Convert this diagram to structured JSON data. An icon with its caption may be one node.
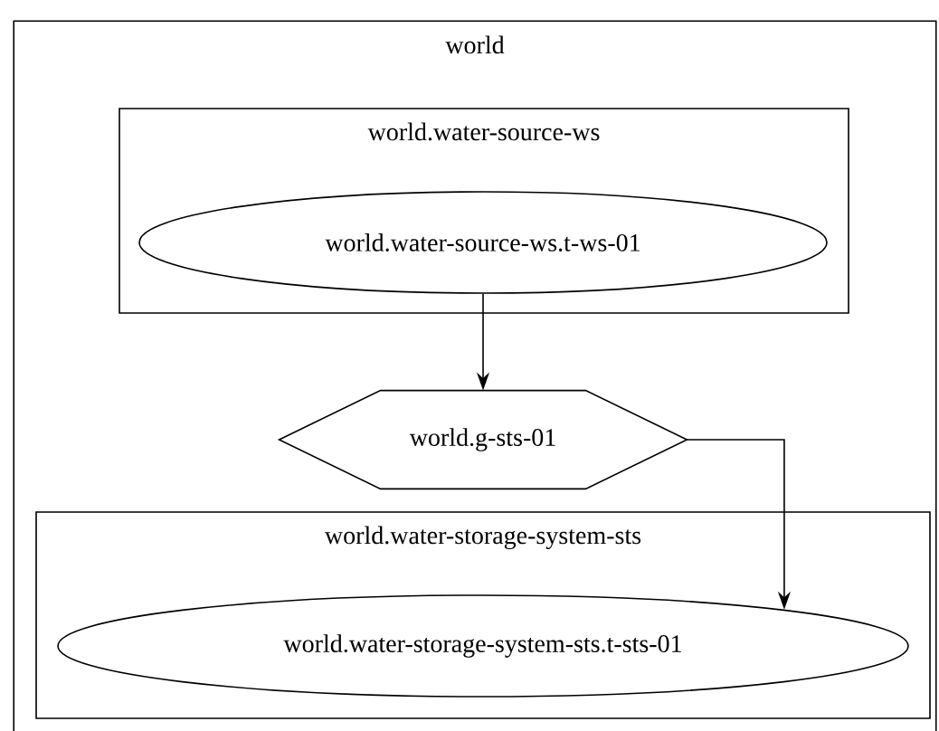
{
  "diagram": {
    "nodes": [
      {
        "text": [
          "world"
        ]
      },
      {
        "text": [
          "world.water-source-ws"
        ],
        "in": 0
      },
      {
        "text": [
          "world.water-source-ws.t-ws-01"
        ],
        "in": 1
      },
      {
        "text": [
          "world.g-sts-01"
        ],
        "in": 0
      },
      {
        "text": [
          "world.water-storage-system-sts"
        ],
        "in": 0
      },
      {
        "text": [
          "world.water-storage-system-sts.t-sts-01"
        ],
        "in": 4
      }
    ],
    "edges": [
      {
        "from": 2,
        "to": 3,
        "arrow": "to"
      },
      {
        "from": 3,
        "to": 5,
        "arrow": "to"
      }
    ]
  }
}
